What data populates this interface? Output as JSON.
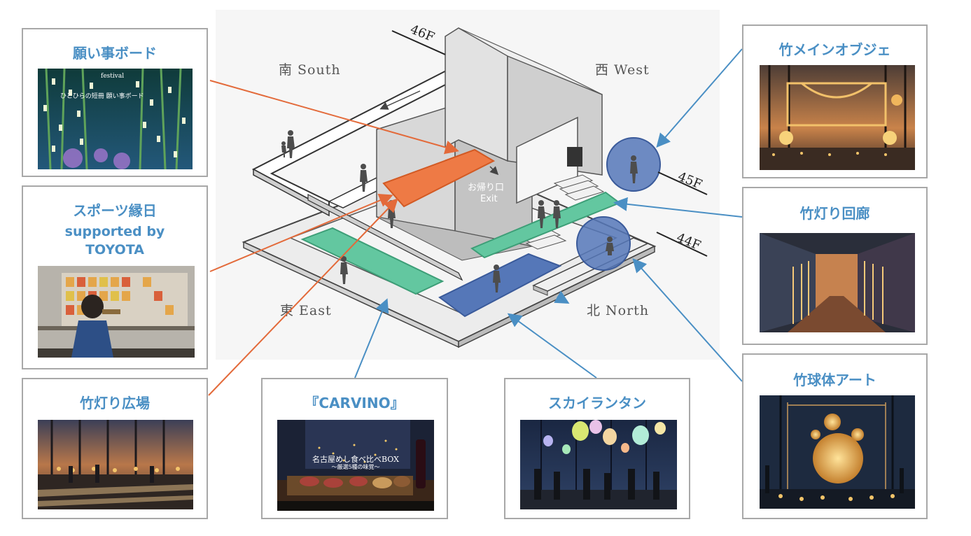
{
  "diagram": {
    "directions": {
      "south": "南 South",
      "west": "西 West",
      "east": "東 East",
      "north": "北 North"
    },
    "floors": {
      "f46": "46F",
      "f45": "45F",
      "f44": "44F"
    },
    "exit": {
      "ja": "お帰り口",
      "en": "Exit"
    }
  },
  "cards": {
    "wish_board": {
      "title": "願い事ボード",
      "photo_text": "ひとひらの短冊 願い事ボード",
      "photo_logo": "festival"
    },
    "sports": {
      "title_line1": "スポーツ縁日",
      "title_line2": "supported by",
      "title_line3": "TOYOTA"
    },
    "plaza": {
      "title": "竹灯り広場"
    },
    "carvino": {
      "title": "『CARVINO』",
      "photo_line1": "名古屋めし食べ比べBOX",
      "photo_line2": "～厳選5種の味覚～"
    },
    "sky_lantern": {
      "title": "スカイランタン"
    },
    "main_object": {
      "title": "竹メインオブジェ"
    },
    "corridor": {
      "title": "竹灯り回廊"
    },
    "sphere_art": {
      "title": "竹球体アート"
    }
  },
  "colors": {
    "title_blue": "#4a8fc4",
    "arrow_orange": "#e36a3a",
    "arrow_blue": "#4a8fc4",
    "zone_orange": "#ee7a45",
    "zone_green": "#63c7a0",
    "zone_blue": "#5577b8"
  }
}
